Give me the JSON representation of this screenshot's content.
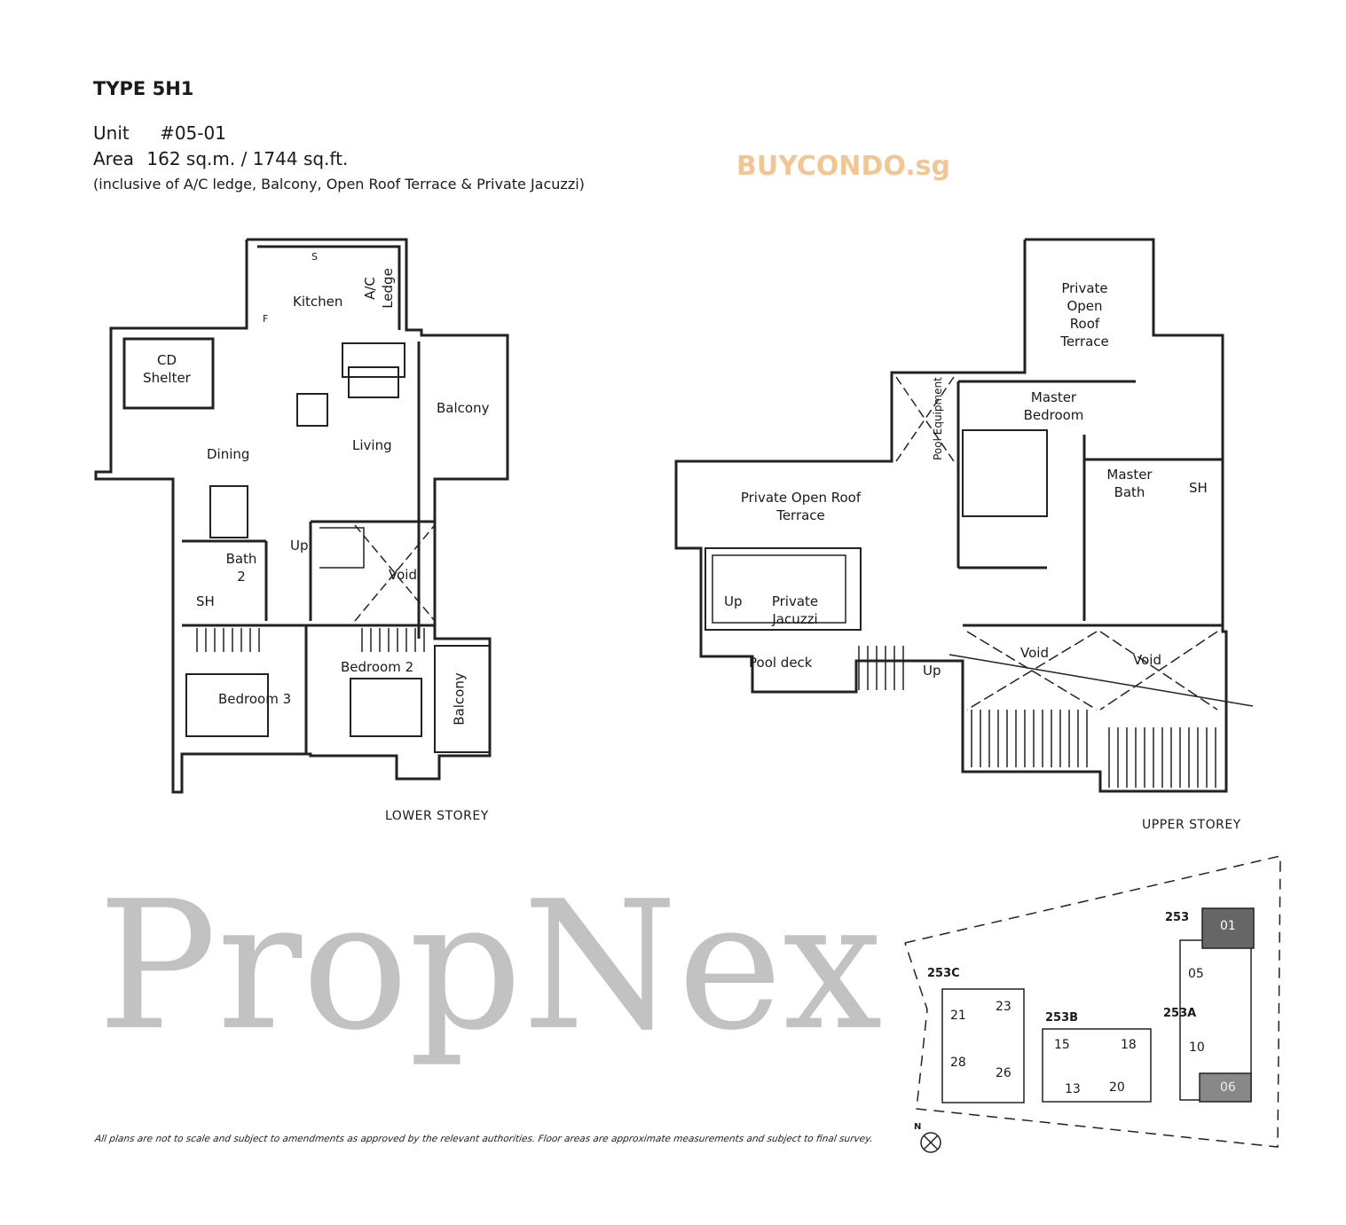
{
  "header": {
    "type": "TYPE 5H1",
    "unit_label": "Unit",
    "unit_value": "#05-01",
    "area_label": "Area",
    "area_value": "162 sq.m. / 1744 sq.ft.",
    "inclusions": "(inclusive of A/C ledge, Balcony, Open Roof Terrace & Private Jacuzzi)"
  },
  "lower_storey": {
    "caption": "LOWER STOREY",
    "rooms": {
      "kitchen": "Kitchen",
      "ac_ledge": "A/C Ledge",
      "cd_shelter": "CD Shelter",
      "balcony": "Balcony",
      "living": "Living",
      "dining": "Dining",
      "up": "Up",
      "void": "Void",
      "bath2": "Bath 2",
      "sh": "SH",
      "bedroom3": "Bedroom 3",
      "bedroom2": "Bedroom 2",
      "balcony2": "Balcony",
      "s": "S",
      "f": "F"
    }
  },
  "upper_storey": {
    "caption": "UPPER STOREY",
    "rooms": {
      "private_open_roof_terrace_top": "Private Open Roof Terrace",
      "pool_equipment": "Pool Equipment",
      "master_bedroom": "Master Bedroom",
      "master_bath": "Master Bath",
      "sh": "SH",
      "private_open_roof_terrace": "Private Open Roof Terrace",
      "up_jacuzzi": "Up",
      "private_jacuzzi": "Private Jacuzzi",
      "pool_deck": "Pool deck",
      "up": "Up",
      "void1": "Void",
      "void2": "Void"
    }
  },
  "key_plan": {
    "blocks": [
      "253",
      "253A",
      "253B",
      "253C"
    ],
    "units": [
      "01",
      "05",
      "10",
      "06",
      "15",
      "18",
      "13",
      "20",
      "21",
      "23",
      "28",
      "26"
    ],
    "highlighted_units": [
      "01",
      "06"
    ],
    "north": "N"
  },
  "watermark": "PropNex",
  "logo": "BUYCONDO.sg",
  "disclaimer": "All plans are not to scale and subject to amendments as approved by the relevant authorities. Floor areas are approximate measurements and subject to final survey."
}
